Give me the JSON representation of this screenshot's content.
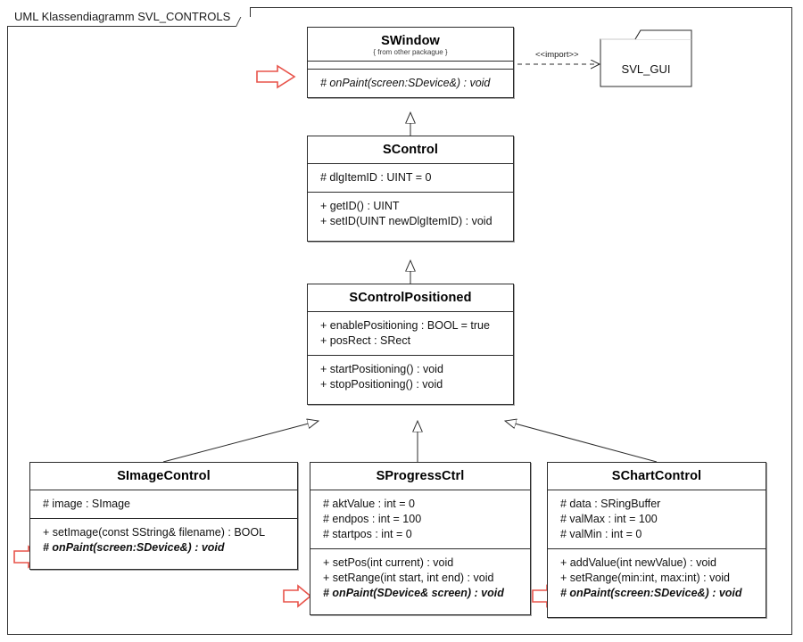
{
  "diagram": {
    "frame_label": "UML Klassendiagramm SVL_CONTROLS",
    "accent_red": "#e8534a",
    "line_color": "#2b2b2b"
  },
  "classes": {
    "swindow": {
      "name": "SWindow",
      "stereotype": "{ from other packague }",
      "attributes": [],
      "operations": [
        {
          "text": "# onPaint(screen:SDevice&) : void",
          "style": "italic"
        }
      ]
    },
    "scontrol": {
      "name": "SControl",
      "attributes": [
        {
          "text": "# dlgItemID : UINT = 0",
          "style": "normal"
        }
      ],
      "operations": [
        {
          "text": "+ getID() : UINT",
          "style": "normal"
        },
        {
          "text": "+ setID(UINT newDlgItemID) : void",
          "style": "normal"
        }
      ]
    },
    "scontrolpositioned": {
      "name": "SControlPositioned",
      "attributes": [
        {
          "text": "+ enablePositioning : BOOL = true",
          "style": "normal"
        },
        {
          "text": "+ posRect : SRect",
          "style": "normal"
        }
      ],
      "operations": [
        {
          "text": "+ startPositioning() : void",
          "style": "normal"
        },
        {
          "text": "+ stopPositioning() : void",
          "style": "normal"
        }
      ]
    },
    "simagecontrol": {
      "name": "SImageControl",
      "attributes": [
        {
          "text": "# image : SImage",
          "style": "normal"
        }
      ],
      "operations": [
        {
          "text": "+ setImage(const SString& filename) : BOOL",
          "style": "normal"
        },
        {
          "text": "# onPaint(screen:SDevice&) : void",
          "style": "abstract"
        }
      ]
    },
    "sprogressctrl": {
      "name": "SProgressCtrl",
      "attributes": [
        {
          "text": "# aktValue : int = 0",
          "style": "normal"
        },
        {
          "text": "# endpos : int = 100",
          "style": "normal"
        },
        {
          "text": "# startpos : int = 0",
          "style": "normal"
        }
      ],
      "operations": [
        {
          "text": "+ setPos(int current) : void",
          "style": "normal"
        },
        {
          "text": "+ setRange(int start, int end) : void",
          "style": "normal"
        },
        {
          "text": "# onPaint(SDevice& screen) : void",
          "style": "abstract"
        }
      ]
    },
    "schartcontrol": {
      "name": "SChartControl",
      "attributes": [
        {
          "text": "# data : SRingBuffer",
          "style": "normal"
        },
        {
          "text": "# valMax : int = 100",
          "style": "normal"
        },
        {
          "text": "# valMin : int = 0",
          "style": "normal"
        }
      ],
      "operations": [
        {
          "text": "+ addValue(int newValue) : void",
          "style": "normal"
        },
        {
          "text": "+ setRange(min:int, max:int) : void",
          "style": "normal"
        },
        {
          "text": "# onPaint(screen:SDevice&) : void",
          "style": "abstract"
        }
      ]
    }
  },
  "package": {
    "name": "SVL_GUI"
  },
  "relations": {
    "import_label": "<<import>>"
  },
  "annotations": {
    "arrow_icon": "red-block-arrow-right"
  }
}
